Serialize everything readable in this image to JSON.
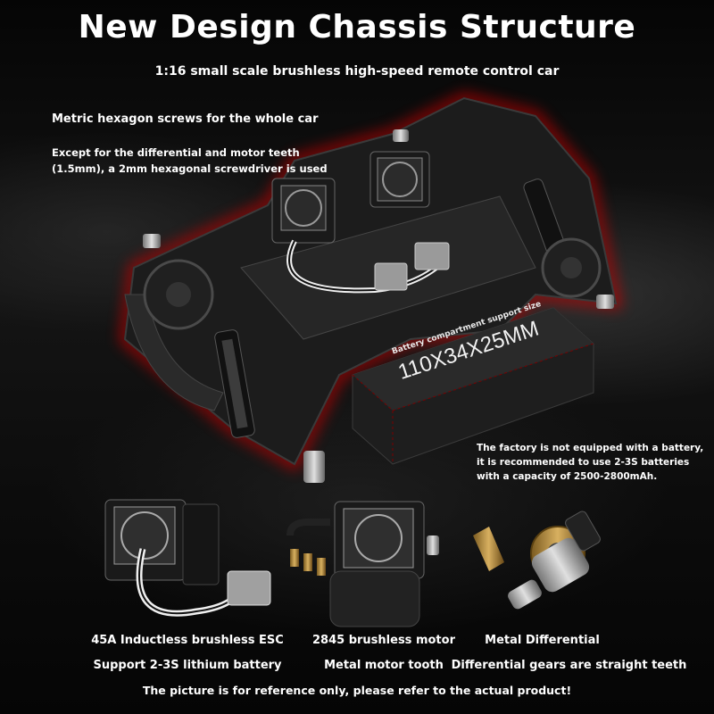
{
  "header": {
    "title": "New Design Chassis Structure",
    "subtitle": "1:16 small scale brushless high-speed remote control car"
  },
  "notes": {
    "screws": "Metric hexagon screws for the whole car",
    "screwdriver": "Except for the differential and motor teeth (1.5mm), a 2mm hexagonal screwdriver is used"
  },
  "battery": {
    "compartment_label": "Battery compartment support size",
    "size": "110X34X25MM",
    "note": "The factory is not equipped with a battery, it is recommended to use 2-3S batteries with a capacity of 2500-2800mAh."
  },
  "components": [
    {
      "name": "45A Inductless brushless ESC",
      "detail": "Support 2-3S lithium battery"
    },
    {
      "name": "2845 brushless motor",
      "detail": "Metal motor tooth"
    },
    {
      "name": "Metal Differential",
      "detail": "Differential gears are straight teeth"
    }
  ],
  "footer": {
    "disclaimer": "The picture is for reference only, please refer to the actual product!"
  },
  "colors": {
    "background": "#0a0a0a",
    "glow": "#c00000",
    "text": "#ffffff"
  }
}
